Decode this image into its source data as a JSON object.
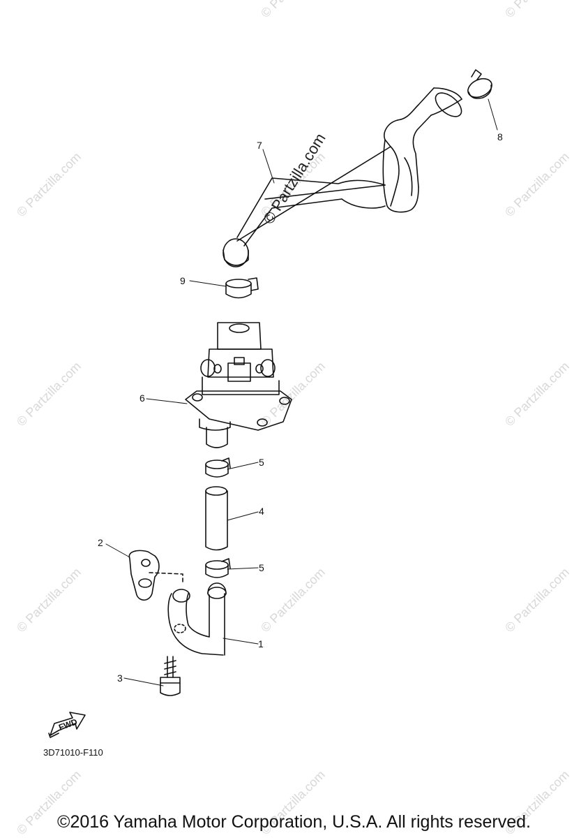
{
  "callouts": {
    "c1": "1",
    "c2": "2",
    "c3": "3",
    "c4": "4",
    "c5a": "5",
    "c5b": "5",
    "c6": "6",
    "c7": "7",
    "c8": "8",
    "c9": "9"
  },
  "fwd_label": "FWD",
  "diagram_code": "3D71010-F110",
  "copyright": "©2016 Yamaha Motor Corporation, U.S.A. All rights reserved.",
  "watermark": "© Partzilla.com",
  "colors": {
    "line": "#111111",
    "watermark": "#d8d8d8"
  }
}
